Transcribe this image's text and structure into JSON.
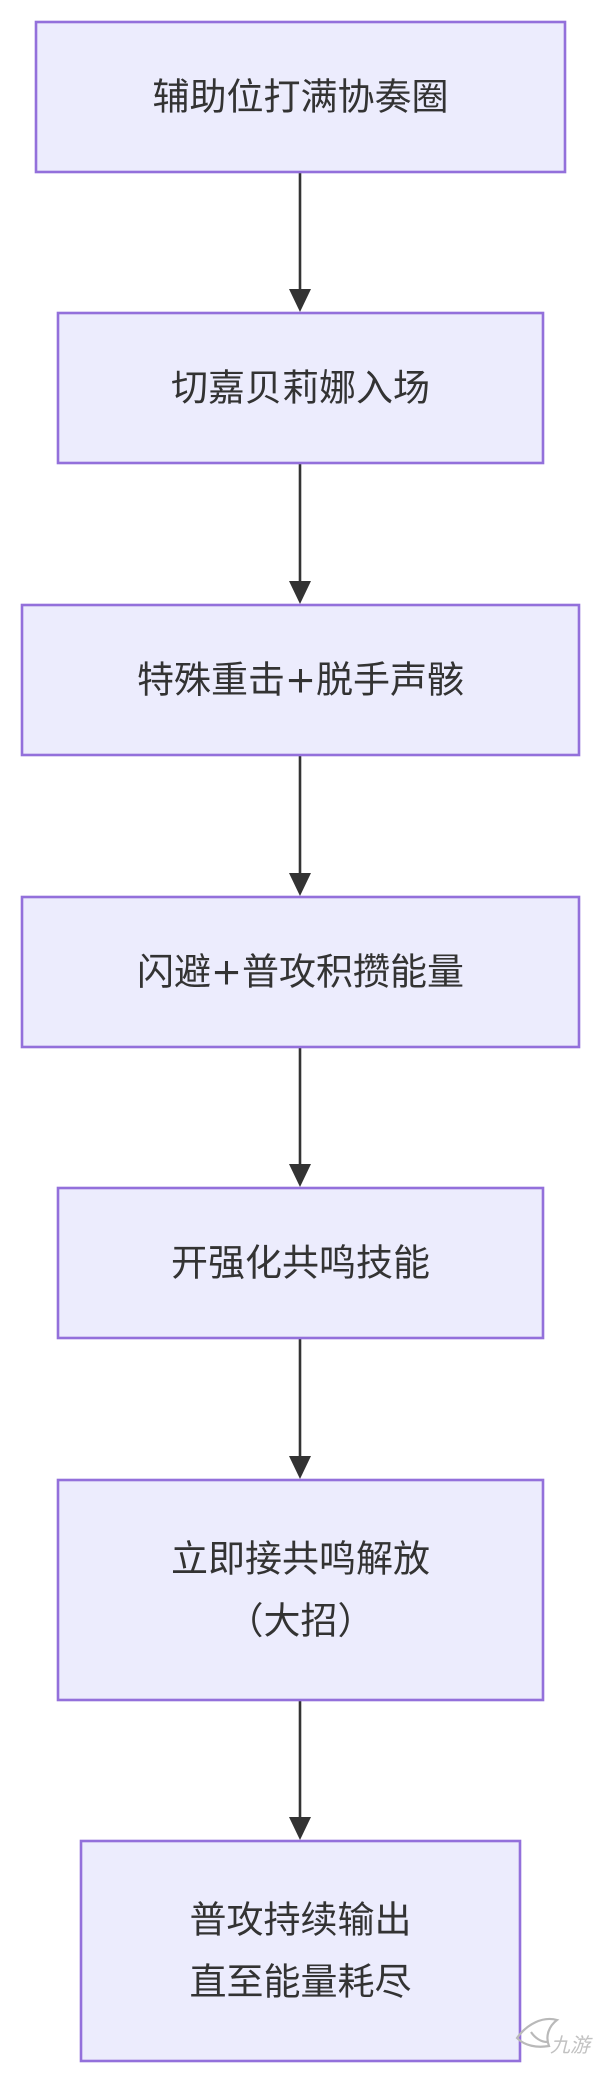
{
  "flowchart": {
    "nodes": [
      {
        "lines": [
          "辅助位打满协奏圈"
        ]
      },
      {
        "lines": [
          "切嘉贝莉娜入场"
        ]
      },
      {
        "lines": [
          "特殊重击+脱手声骸"
        ]
      },
      {
        "lines": [
          "闪避+普攻积攒能量"
        ]
      },
      {
        "lines": [
          "开强化共鸣技能"
        ]
      },
      {
        "lines": [
          "立即接共鸣解放",
          "（大招）"
        ]
      },
      {
        "lines": [
          "普攻持续输出",
          "直至能量耗尽"
        ]
      }
    ],
    "edges": [
      [
        0,
        1
      ],
      [
        1,
        2
      ],
      [
        2,
        3
      ],
      [
        3,
        4
      ],
      [
        4,
        5
      ],
      [
        5,
        6
      ]
    ]
  },
  "watermark": {
    "text": "九游",
    "icon": "jiuyou-logo-icon"
  }
}
